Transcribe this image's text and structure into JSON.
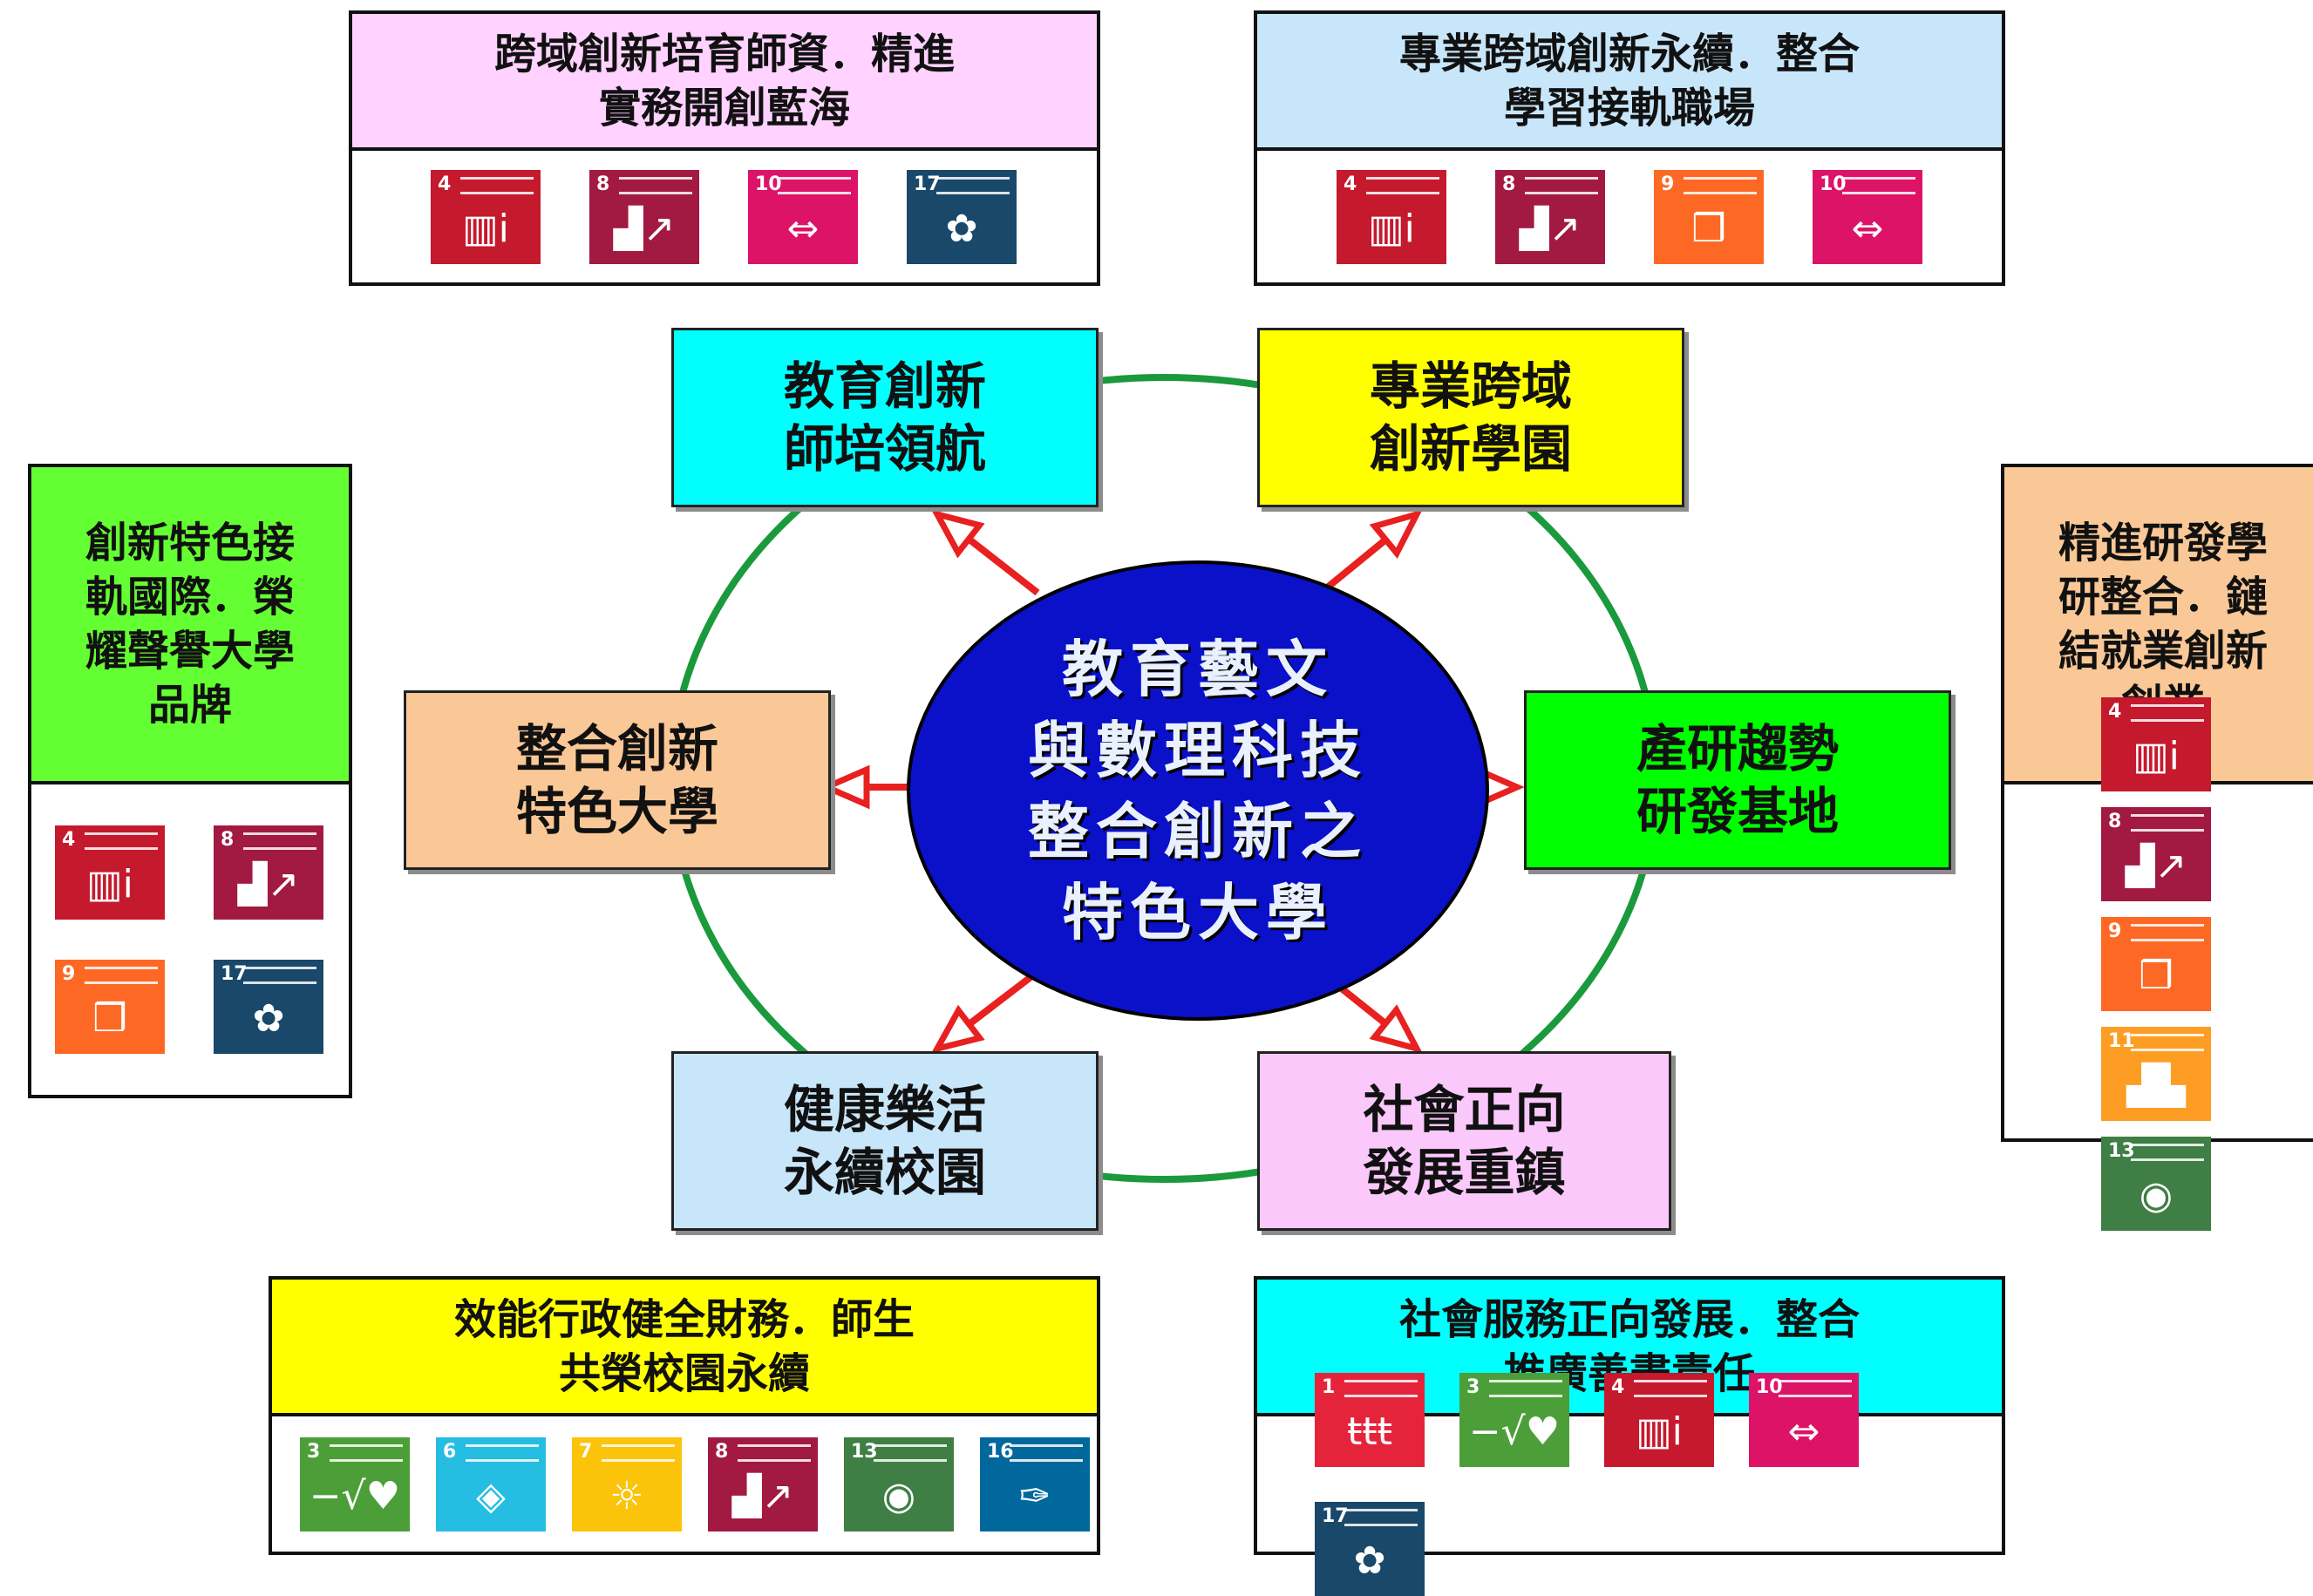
{
  "center": {
    "lines": [
      "教育藝文",
      "與數理科技",
      "整合創新之",
      "特色大學"
    ],
    "color": "#0b10c9"
  },
  "nodes": {
    "education": [
      "教育創新",
      "師培領航"
    ],
    "professional": [
      "專業跨域",
      "創新學園"
    ],
    "integration": [
      "整合創新",
      "特色大學"
    ],
    "industry": [
      "產研趨勢",
      "研發基地"
    ],
    "health": [
      "健康樂活",
      "永續校園"
    ],
    "social": [
      "社會正向",
      "發展重鎮"
    ]
  },
  "panels": {
    "top_left": {
      "title": [
        "跨域創新培育師資．精進",
        "實務開創藍海"
      ],
      "goals": [
        "4",
        "8",
        "10",
        "17"
      ]
    },
    "top_right": {
      "title": [
        "專業跨域創新永續．整合",
        "學習接軌職場"
      ],
      "goals": [
        "4",
        "8",
        "9",
        "10"
      ]
    },
    "left": {
      "title": [
        "創新特色接",
        "軌國際．榮",
        "耀聲譽大學",
        "品牌"
      ],
      "goals": [
        "4",
        "8",
        "9",
        "17"
      ]
    },
    "right": {
      "title": [
        "精進研發學",
        "研整合．鏈",
        "結就業創新",
        "創業"
      ],
      "goals": [
        "4",
        "8",
        "9",
        "11",
        "13"
      ]
    },
    "bottom_left": {
      "title": [
        "效能行政健全財務．師生",
        "共榮校園永續"
      ],
      "goals": [
        "3",
        "6",
        "7",
        "8",
        "13",
        "16"
      ]
    },
    "bottom_right": {
      "title": [
        "社會服務正向發展．整合",
        "推廣善盡責任"
      ],
      "goals": [
        "1",
        "3",
        "4",
        "10",
        "17"
      ]
    }
  },
  "sdg_icons": {
    "1": {
      "color": "#e5243b",
      "glyph": "ŧŧŧ",
      "icon": "people-icon"
    },
    "3": {
      "color": "#4c9f38",
      "glyph": "−√♥",
      "icon": "heartbeat-icon"
    },
    "4": {
      "color": "#c5192d",
      "glyph": "▥i",
      "icon": "book-icon"
    },
    "6": {
      "color": "#26bde2",
      "glyph": "◈",
      "icon": "water-drop-icon"
    },
    "7": {
      "color": "#fcc30b",
      "glyph": "☼",
      "icon": "sun-icon"
    },
    "8": {
      "color": "#a21942",
      "glyph": "▟↗",
      "icon": "growth-chart-icon"
    },
    "9": {
      "color": "#fd6925",
      "glyph": "❒",
      "icon": "cubes-icon"
    },
    "10": {
      "color": "#dd1367",
      "glyph": "⇔",
      "icon": "equality-icon"
    },
    "11": {
      "color": "#fd9d24",
      "glyph": "▟▙",
      "icon": "city-icon"
    },
    "13": {
      "color": "#3f7e44",
      "glyph": "◉",
      "icon": "eye-globe-icon"
    },
    "16": {
      "color": "#00689d",
      "glyph": "✑",
      "icon": "dove-gavel-icon"
    },
    "17": {
      "color": "#19486a",
      "glyph": "✿",
      "icon": "rings-icon"
    }
  },
  "colors": {
    "cyan": "#00ffff",
    "yellow": "#ffff00",
    "peach": "#fac896",
    "green": "#00ff00",
    "light_blue": "#c8e6fa",
    "pink": "#fac8fa",
    "panel_pink": "#ffd2ff",
    "panel_blue": "#c8e6fa",
    "panel_green": "#64ff32",
    "panel_peach": "#fac896",
    "panel_yellow": "#ffff00",
    "panel_cyan": "#00ffff",
    "ring": "#1a9a3c",
    "arrow": "#e82020"
  }
}
